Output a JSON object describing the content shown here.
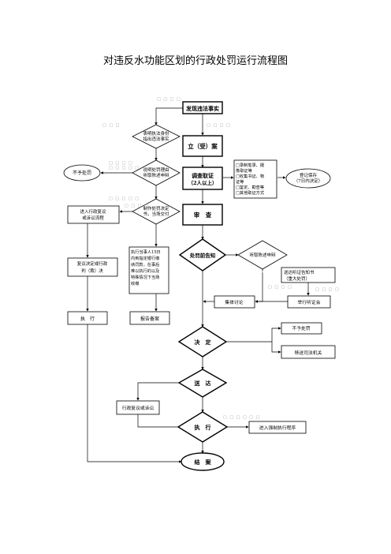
{
  "title": "对违反水功能区划的行政处罚运行流程图",
  "nodes": {
    "discover": "发现违法事实",
    "inform_identity_1": "表明执法身份",
    "inform_identity_2": "指出违法事实",
    "register": "立（受）案",
    "no_penalty": "不予处罚",
    "explain_reason_1": "说明处罚理由",
    "explain_reason_2": "听取陈述申辩",
    "investigate_1": "调查取证",
    "investigate_2": "（2人以上）",
    "evidence_1": "□录制笔录、摄",
    "evidence_2": "像取证等",
    "evidence_3": "□收集书证、物",
    "evidence_4": "证等",
    "evidence_5": "□鉴定、勘查等",
    "evidence_6": "□其他取证方式",
    "register_save_1": "登记保存",
    "register_save_2": "（7日内决定）",
    "review_suit_1": "进入行政复议",
    "review_suit_2": "或诉讼流程",
    "make_decision_1": "制作处罚决定",
    "make_decision_2": "书，当场交付",
    "examine": "审　查",
    "execute_note_1": "执行当事人15日",
    "execute_note_2": "内到指定银行缴",
    "execute_note_3": "纳罚款，在事后",
    "execute_note_4": "难以执行的以及",
    "execute_note_5": "特殊情况下当场",
    "execute_note_6": "收缴",
    "notify": "处罚前告知",
    "hear_defense": "听取陈述申辩",
    "hearing_notice_1": "送达听证告知书",
    "hearing_notice_2": "（重大处罚）",
    "review_verdict_1": "复议决定或行政",
    "review_verdict_2": "判（裁）决",
    "collective": "集体讨论",
    "hold_hearing": "举行听证会",
    "exec_left": "执　行",
    "report": "报告备案",
    "decide": "决　定",
    "no_penalty_2": "不予处罚",
    "transfer": "移送司法机关",
    "deliver": "送　达",
    "admin_review": "行政复议或诉讼",
    "execute": "执　行",
    "enforce": "进入强制执行程序",
    "close": "结　案"
  },
  "hints": {
    "h1": "□ □ □ □",
    "h2": "□ □ □ □",
    "h3": "□ □ □",
    "h4": "□ □ □ □",
    "h5": "□ □ □ □ □",
    "h6": "□ □ □ □ □",
    "h7": "□ □ □ □",
    "h8": "□ □ □ □",
    "h9": "□ □ □ □",
    "h10": "□ □ □ □ □ □"
  }
}
